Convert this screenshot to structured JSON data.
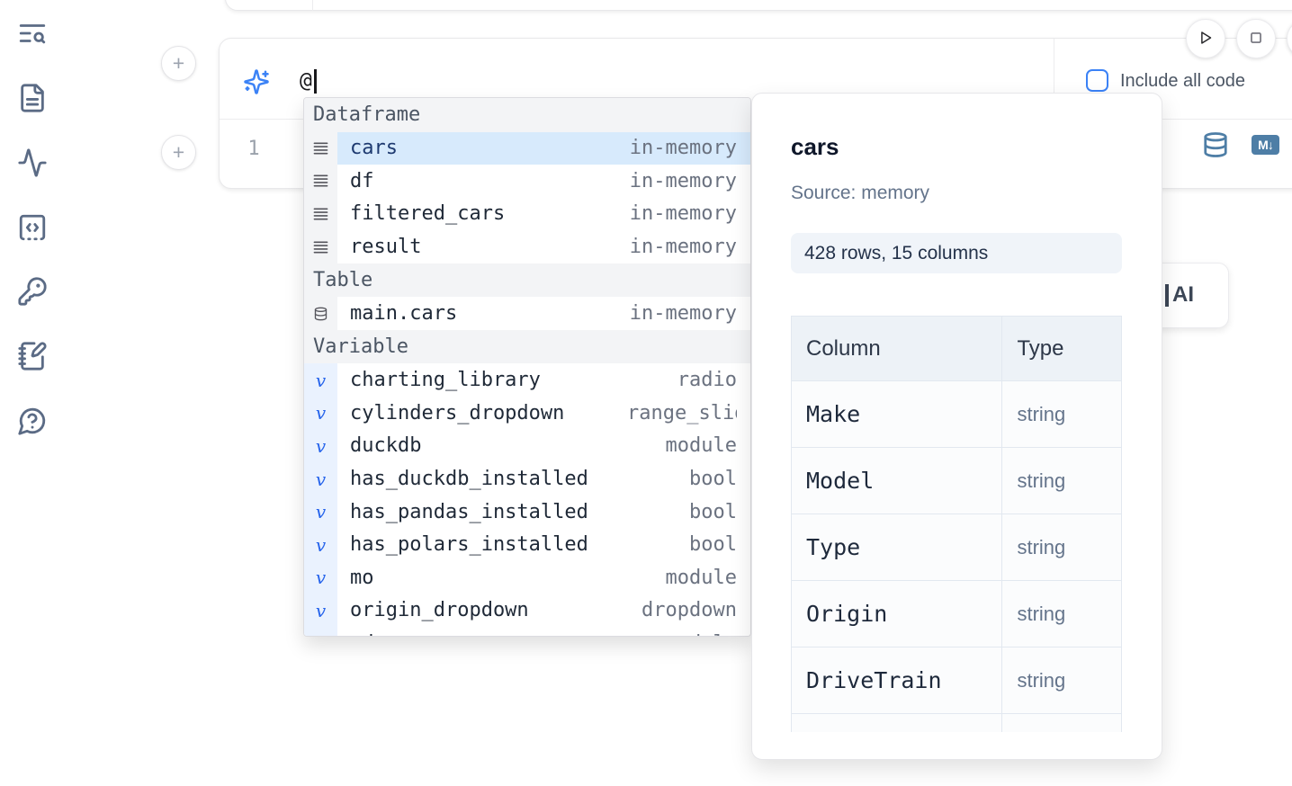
{
  "colors": {
    "accent": "#3b82f6",
    "steel_blue": "#4e7ea6",
    "selection_bg": "#d7eafc"
  },
  "sidebar": {
    "icons": [
      "text-search-icon",
      "file-text-icon",
      "activity-icon",
      "code-square-dashed-icon",
      "key-icon",
      "notebook-pen-icon",
      "help-bubble-icon"
    ]
  },
  "toolbar": {
    "run_button": "run",
    "stop_button": "stop"
  },
  "cell": {
    "add_cell_label": "+",
    "prompt_value": "@",
    "include_all_code_label": "Include all code",
    "include_all_code_checked": false,
    "line_number": "1",
    "action_icons": [
      "database-icon",
      "markdown-icon"
    ],
    "markdown_badge": "M↓"
  },
  "ai_card": {
    "label": "AI"
  },
  "autocomplete": {
    "sections": [
      {
        "label": "Dataframe",
        "icon": "dataframe-icon",
        "items": [
          {
            "name": "cars",
            "type": "in-memory",
            "selected": true
          },
          {
            "name": "df",
            "type": "in-memory"
          },
          {
            "name": "filtered_cars",
            "type": "in-memory"
          },
          {
            "name": "result",
            "type": "in-memory"
          }
        ]
      },
      {
        "label": "Table",
        "icon": "database-icon",
        "items": [
          {
            "name": "main.cars",
            "type": "in-memory"
          }
        ]
      },
      {
        "label": "Variable",
        "icon": "variable-icon",
        "items": [
          {
            "name": "charting_library",
            "type": "radio"
          },
          {
            "name": "cylinders_dropdown",
            "type": "range_slider"
          },
          {
            "name": "duckdb",
            "type": "module"
          },
          {
            "name": "has_duckdb_installed",
            "type": "bool"
          },
          {
            "name": "has_pandas_installed",
            "type": "bool"
          },
          {
            "name": "has_polars_installed",
            "type": "bool"
          },
          {
            "name": "mo",
            "type": "module"
          },
          {
            "name": "origin_dropdown",
            "type": "dropdown"
          },
          {
            "name": "pd",
            "type": "module"
          }
        ]
      }
    ]
  },
  "preview": {
    "title": "cars",
    "source_label": "Source: memory",
    "shape_label": "428 rows, 15 columns",
    "table": {
      "headers": [
        "Column",
        "Type"
      ],
      "rows": [
        [
          "Make",
          "string"
        ],
        [
          "Model",
          "string"
        ],
        [
          "Type",
          "string"
        ],
        [
          "Origin",
          "string"
        ],
        [
          "DriveTrain",
          "string"
        ]
      ]
    }
  }
}
